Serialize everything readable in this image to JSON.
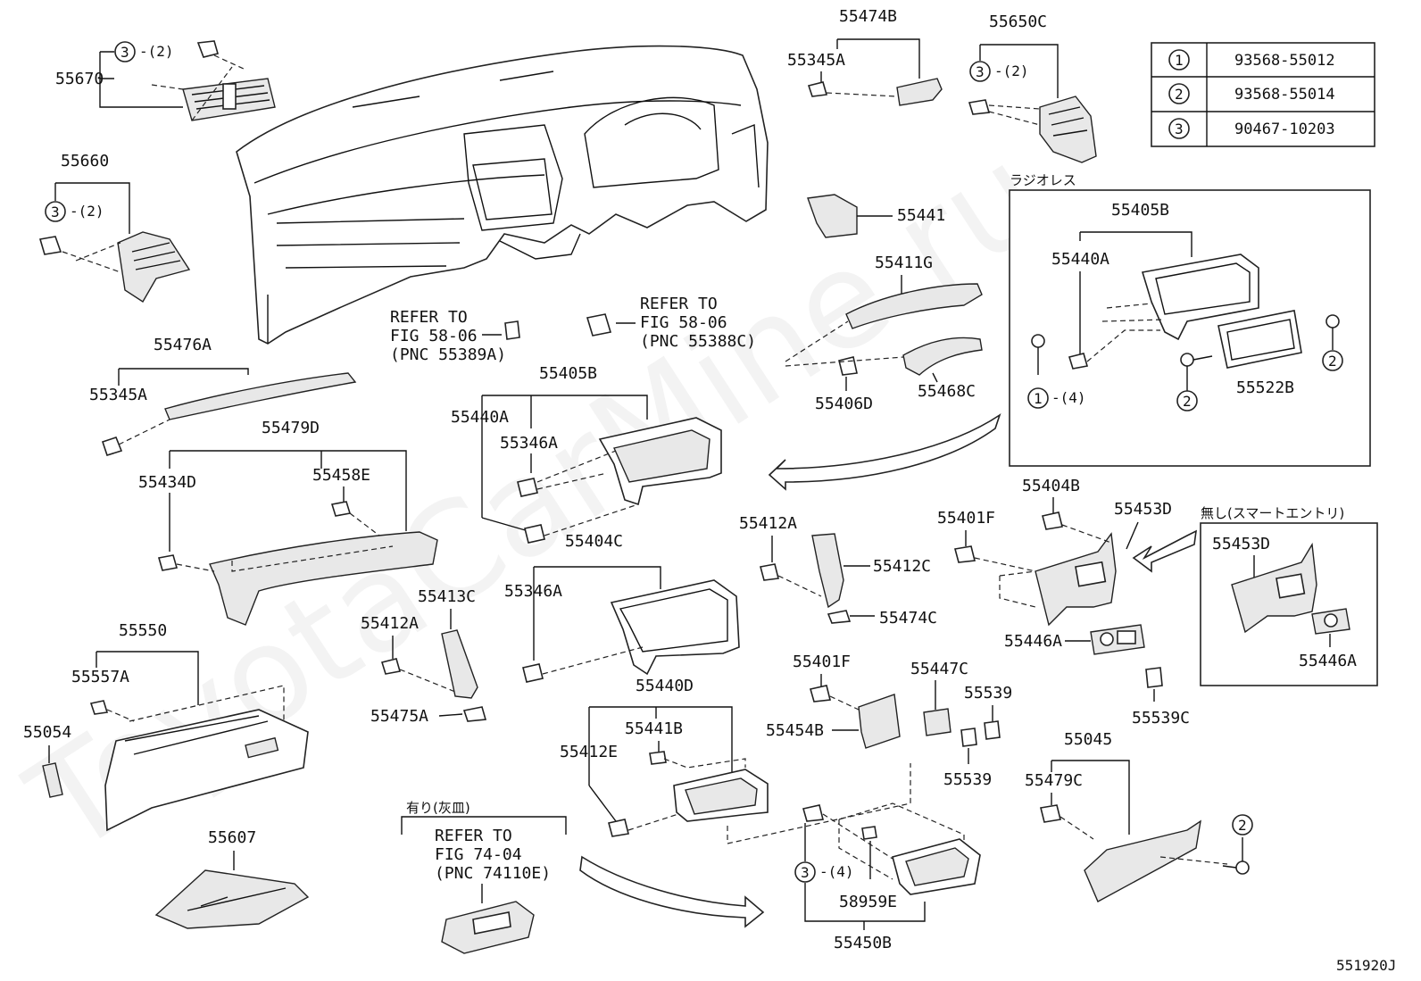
{
  "watermark": "ToyotaCarMine.ru",
  "figure_id": "551920J",
  "legend_table": [
    {
      "key": "1",
      "part": "93568-55012"
    },
    {
      "key": "2",
      "part": "93568-55014"
    },
    {
      "key": "3",
      "part": "90467-10203"
    }
  ],
  "boxes": {
    "radioless": "ラジオレス",
    "no_smart_entry": "無し(スマートエントリ)",
    "with_ashtray": "有り(灰皿)"
  },
  "refer_notes": {
    "pnc_55389a": [
      "REFER TO",
      "FIG 58-06",
      "(PNC 55389A)"
    ],
    "pnc_55388c": [
      "REFER TO",
      "FIG 58-06",
      "(PNC 55388C)"
    ],
    "pnc_74110e": [
      "REFER TO",
      "FIG 74-04",
      "(PNC 74110E)"
    ]
  },
  "callouts": {
    "c3a": "3",
    "c3a_q": "-(2)",
    "c3b": "3",
    "c3b_q": "-(2)",
    "c3c": "3",
    "c3c_q": "-(2)",
    "c3d": "3",
    "c3d_q": "-(4)",
    "c1a": "1",
    "c1a_q": "-(4)",
    "c2a": "2",
    "c2b": "2",
    "c2c": "2"
  },
  "labels": {
    "p55670": "55670",
    "p55660": "55660",
    "p55474B": "55474B",
    "p55345A_top": "55345A",
    "p55650C": "55650C",
    "p55441": "55441",
    "p55411G": "55411G",
    "p55406D": "55406D",
    "p55468C": "55468C",
    "p55476A": "55476A",
    "p55345A": "55345A",
    "p55479D": "55479D",
    "p55434D": "55434D",
    "p55458E": "55458E",
    "p55405B": "55405B",
    "p55440A": "55440A",
    "p55346A_1": "55346A",
    "p55404C": "55404C",
    "p55346A_2": "55346A",
    "p55412A_1": "55412A",
    "p55412C": "55412C",
    "p55474C": "55474C",
    "p55413C": "55413C",
    "p55412A_2": "55412A",
    "p55475A": "55475A",
    "p55550": "55550",
    "p55557A": "55557A",
    "p55054": "55054",
    "p55607": "55607",
    "p55440D": "55440D",
    "p55441B": "55441B",
    "p55412E": "55412E",
    "p55401F_1": "55401F",
    "p55454B": "55454B",
    "p55447C": "55447C",
    "p55539_1": "55539",
    "p55539_2": "55539",
    "p55539C": "55539C",
    "p55404B": "55404B",
    "p55401F_2": "55401F",
    "p55453D_1": "55453D",
    "p55446A_1": "55446A",
    "p55453D_2": "55453D",
    "p55446A_2": "55446A",
    "p55045": "55045",
    "p55479C": "55479C",
    "p58959E": "58959E",
    "p55450B": "55450B",
    "r55405B": "55405B",
    "r55440A": "55440A",
    "r55522B": "55522B"
  }
}
